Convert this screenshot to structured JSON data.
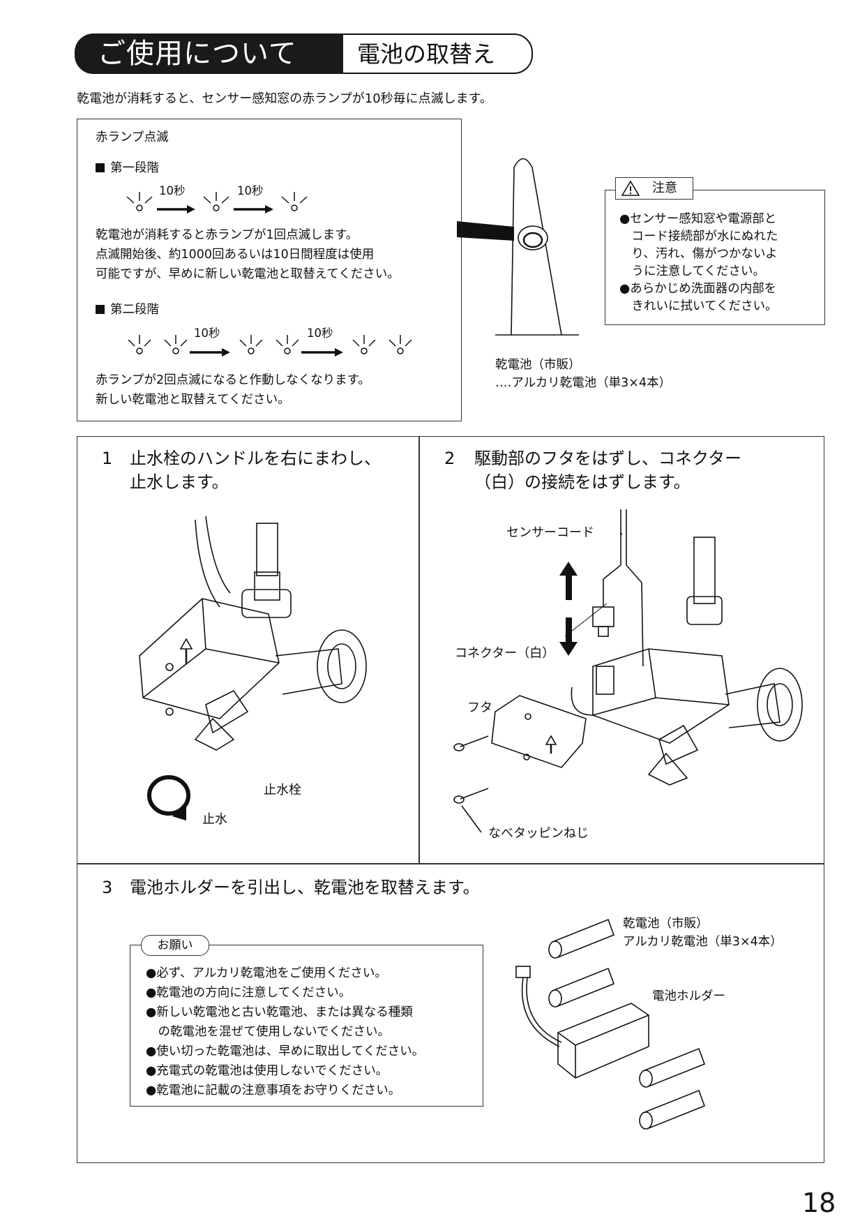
{
  "header": {
    "main_title": "ご使用について",
    "sub_title": "電池の取替え"
  },
  "intro": "乾電池が消耗すると、センサー感知窓の赤ランプが10秒毎に点滅します。",
  "blink_box": {
    "title": "赤ランプ点滅",
    "stage1": {
      "label": "第一段階",
      "interval": "10秒",
      "lines": [
        "乾電池が消耗すると赤ランプが1回点滅します。",
        "点滅開始後、約1000回あるいは10日間程度は使用",
        "可能ですが、早めに新しい乾電池と取替えてください。"
      ]
    },
    "stage2": {
      "label": "第二段階",
      "interval": "10秒",
      "lines": [
        "赤ランプが2回点滅になると作動しなくなります。",
        "新しい乾電池と取替えてください。"
      ]
    }
  },
  "caution": {
    "label": "注意",
    "lines": [
      "●センサー感知窓や電源部と",
      "　コード接続部が水にぬれた",
      "　り、汚れ、傷がつかないよ",
      "　うに注意してください。",
      "●あらかじめ洗面器の内部を",
      "　きれいに拭いてください。"
    ]
  },
  "battery_note": {
    "line1": "乾電池（市販）",
    "line2": "‥‥アルカリ乾電池（単3×4本）"
  },
  "step1": {
    "number": "1",
    "lines": [
      "止水栓のハンドルを右にまわし、",
      "止水します。"
    ],
    "label_valve": "止水栓",
    "label_stop": "止水"
  },
  "step2": {
    "number": "2",
    "lines": [
      "駆動部のフタをはずし、コネクター",
      "（白）の接続をはずします。"
    ],
    "label_sensor_cord": "センサーコード",
    "label_connector": "コネクター（白）",
    "label_cover": "フタ",
    "label_screw": "なべタッピンねじ"
  },
  "step3": {
    "number": "3",
    "title": "電池ホルダーを引出し、乾電池を取替えます。",
    "request_label": "お願い",
    "request_lines": [
      "●必ず、アルカリ乾電池をご使用ください。",
      "●乾電池の方向に注意してください。",
      "●新しい乾電池と古い乾電池、または異なる種類",
      "　の乾電池を混ぜて使用しないでください。",
      "●使い切った乾電池は、早めに取出してください。",
      "●充電式の乾電池は使用しないでください。",
      "●乾電池に記載の注意事項をお守りください。"
    ],
    "battery_line1": "乾電池（市販）",
    "battery_line2": "アルカリ乾電池（単3×4本）",
    "holder_label": "電池ホルダー"
  },
  "page_number": "18",
  "icons": [
    "lamp-blink-icon",
    "arrow-right-icon",
    "warning-triangle-icon",
    "rotate-arrow-icon",
    "up-down-arrow-icon"
  ]
}
